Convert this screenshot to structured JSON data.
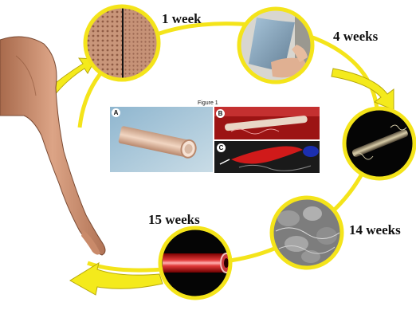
{
  "timeline": {
    "steps": [
      {
        "label": "1 week"
      },
      {
        "label": "4 weeks"
      },
      {
        "label": "14 weeks"
      },
      {
        "label": "15 weeks"
      }
    ]
  },
  "figure": {
    "title": "Figure 1",
    "panels": [
      {
        "letter": "A"
      },
      {
        "letter": "B"
      },
      {
        "letter": "C"
      }
    ]
  },
  "colors": {
    "circle_border": "#f4e41a",
    "arrow_fill": "#f4ea1c",
    "arrow_stroke": "#b7a80a",
    "skin": "#c98a6a"
  }
}
